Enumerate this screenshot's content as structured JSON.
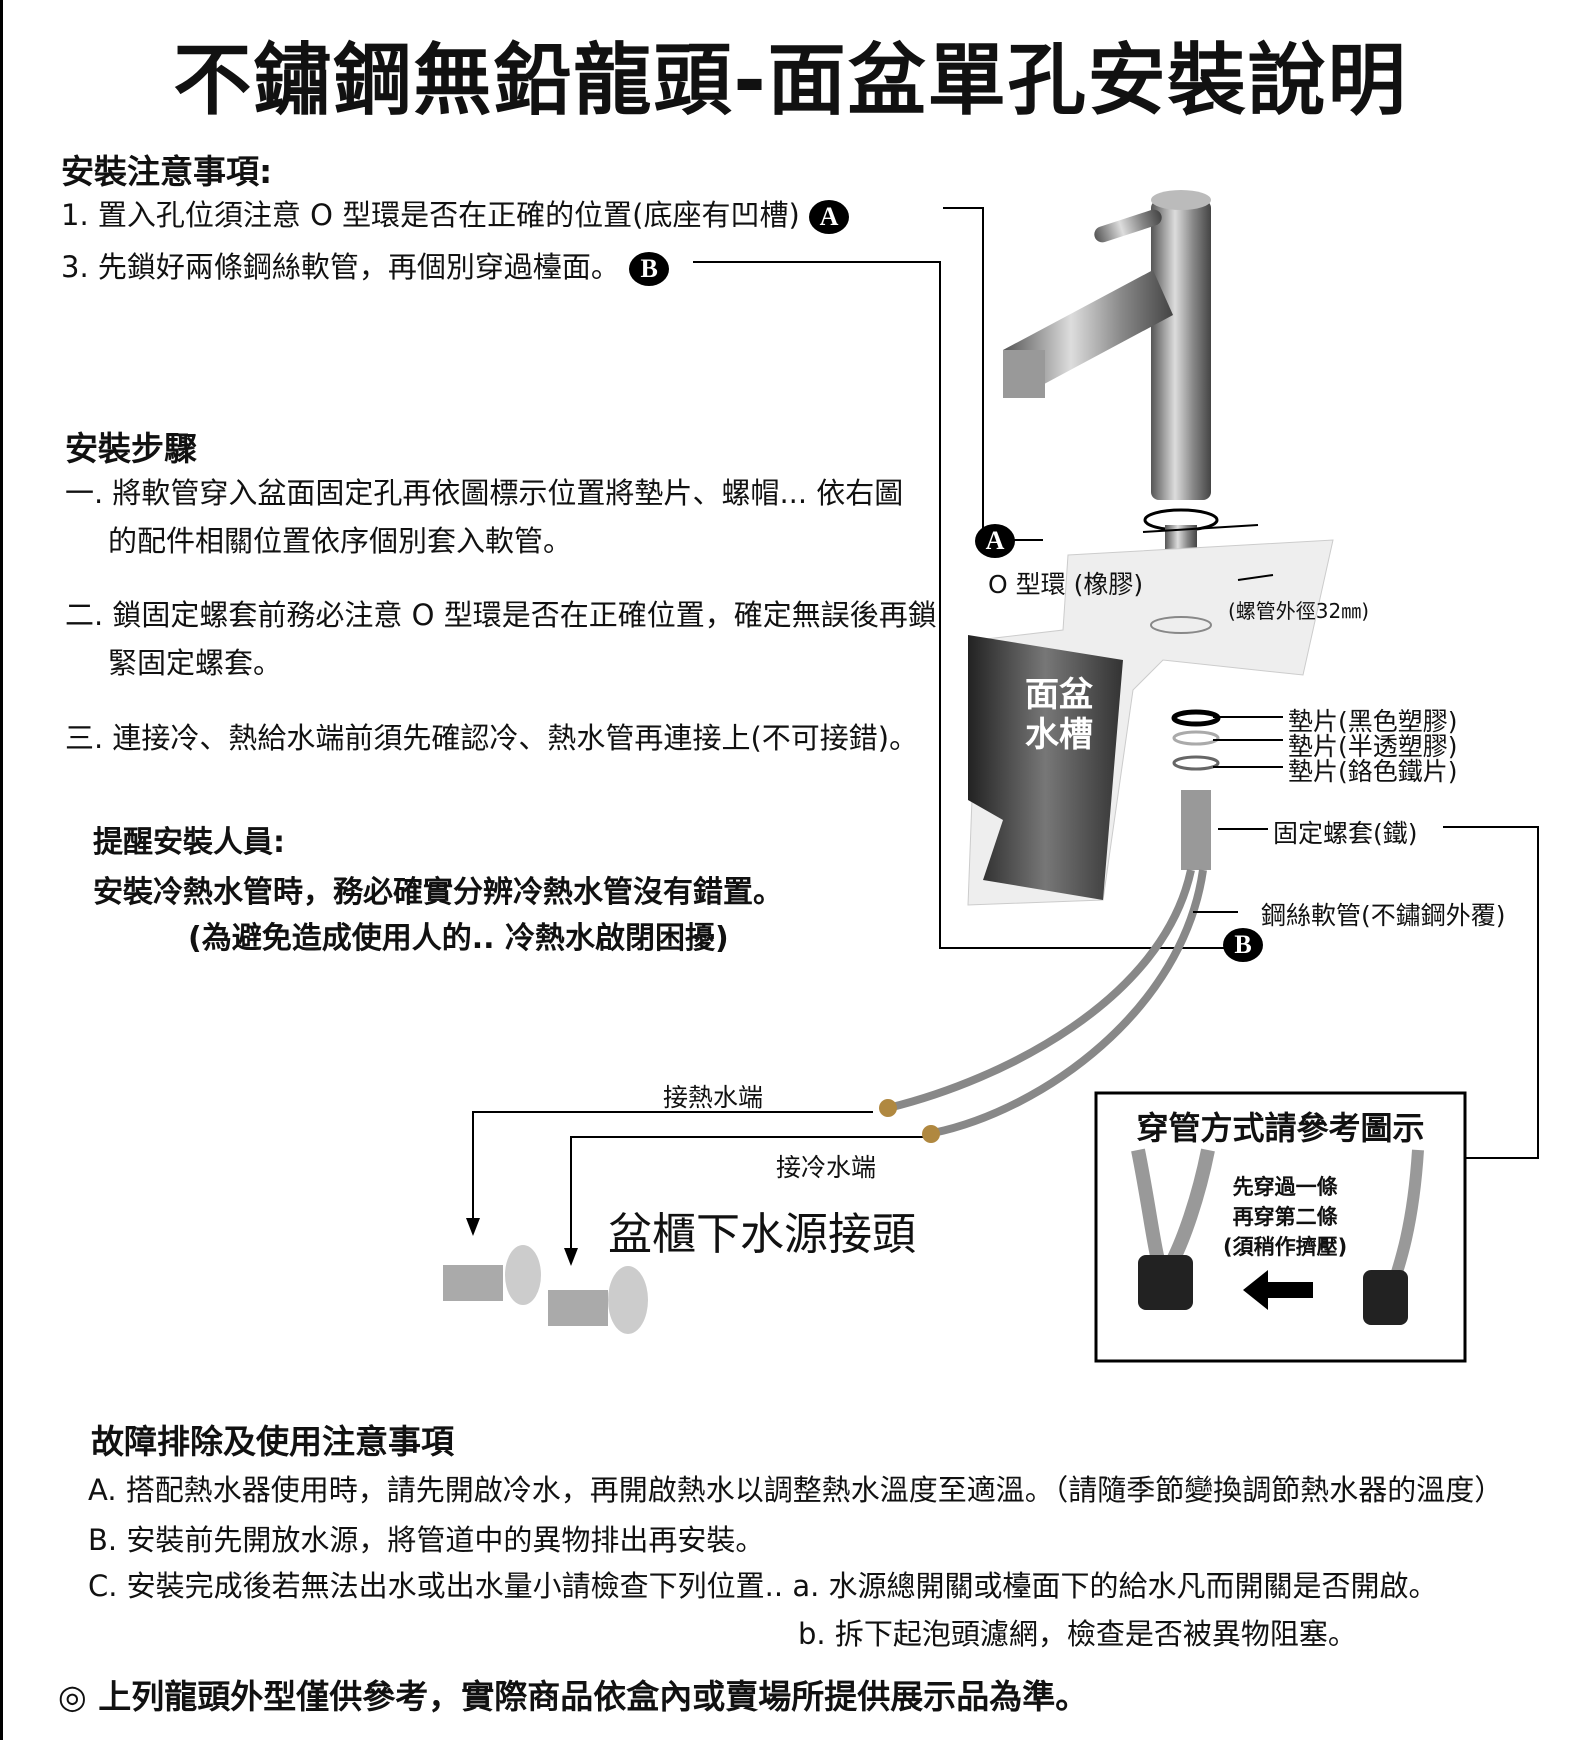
{
  "title": "不鏽鋼無鉛龍頭-面盆單孔安裝說明",
  "notes": {
    "heading": "安裝注意事項:",
    "items": [
      "1. 置入孔位須注意 O 型環是否在正確的位置(底座有凹槽)",
      "3. 先鎖好兩條鋼絲軟管，再個別穿過檯面。"
    ]
  },
  "badges": {
    "a": "A",
    "b": "B"
  },
  "steps": {
    "heading": "安裝步驟",
    "items": [
      "一. 將軟管穿入盆面固定孔再依圖標示位置將墊片、螺帽... 依右圖",
      "的配件相關位置依序個別套入軟管。",
      "二. 鎖固定螺套前務必注意 O 型環是否在正確位置，確定無誤後再鎖",
      "緊固定螺套。",
      "三. 連接冷、熱給水端前須先確認冷、熱水管再連接上(不可接錯)。"
    ]
  },
  "reminder": {
    "heading": "提醒安裝人員:",
    "line1": "安裝冷熱水管時，務必確實分辨冷熱水管沒有錯置。",
    "line2": "(為避免造成使用人的.. 冷熱水啟閉困擾)"
  },
  "diagram": {
    "o_ring": "O 型環 (橡膠)",
    "pipe_dia": "(螺管外徑32㎜)",
    "sink": [
      "面盆",
      "水槽"
    ],
    "washer_black": "墊片(黑色塑膠)",
    "washer_clear": "墊片(半透塑膠)",
    "washer_metal": "墊片(鉻色鐵片)",
    "nut": "固定螺套(鐵)",
    "hose": "鋼絲軟管(不鏽鋼外覆)",
    "hot": "接熱水端",
    "cold": "接冷水端",
    "valve_label": "盆櫃下水源接頭"
  },
  "threading": {
    "title": "穿管方式請參考圖示",
    "lines": [
      "先穿過一條",
      "再穿第二條",
      "(須稍作擠壓)"
    ]
  },
  "troubleshoot": {
    "heading": "故障排除及使用注意事項",
    "items": [
      "A. 搭配熱水器使用時，請先開啟冷水，再開啟熱水以調整熱水溫度至適溫。（請隨季節變換調節熱水器的溫度）",
      "B. 安裝前先開放水源，將管道中的異物排出再安裝。",
      "C. 安裝完成後若無法出水或出水量小請檢查下列位置.. a. 水源總開關或檯面下的給水凡而開關是否開啟。",
      "b. 拆下起泡頭濾網，檢查是否被異物阻塞。"
    ]
  },
  "footer": "◎ 上列龍頭外型僅供參考，實際商品依盒內或賣場所提供展示品為準。"
}
